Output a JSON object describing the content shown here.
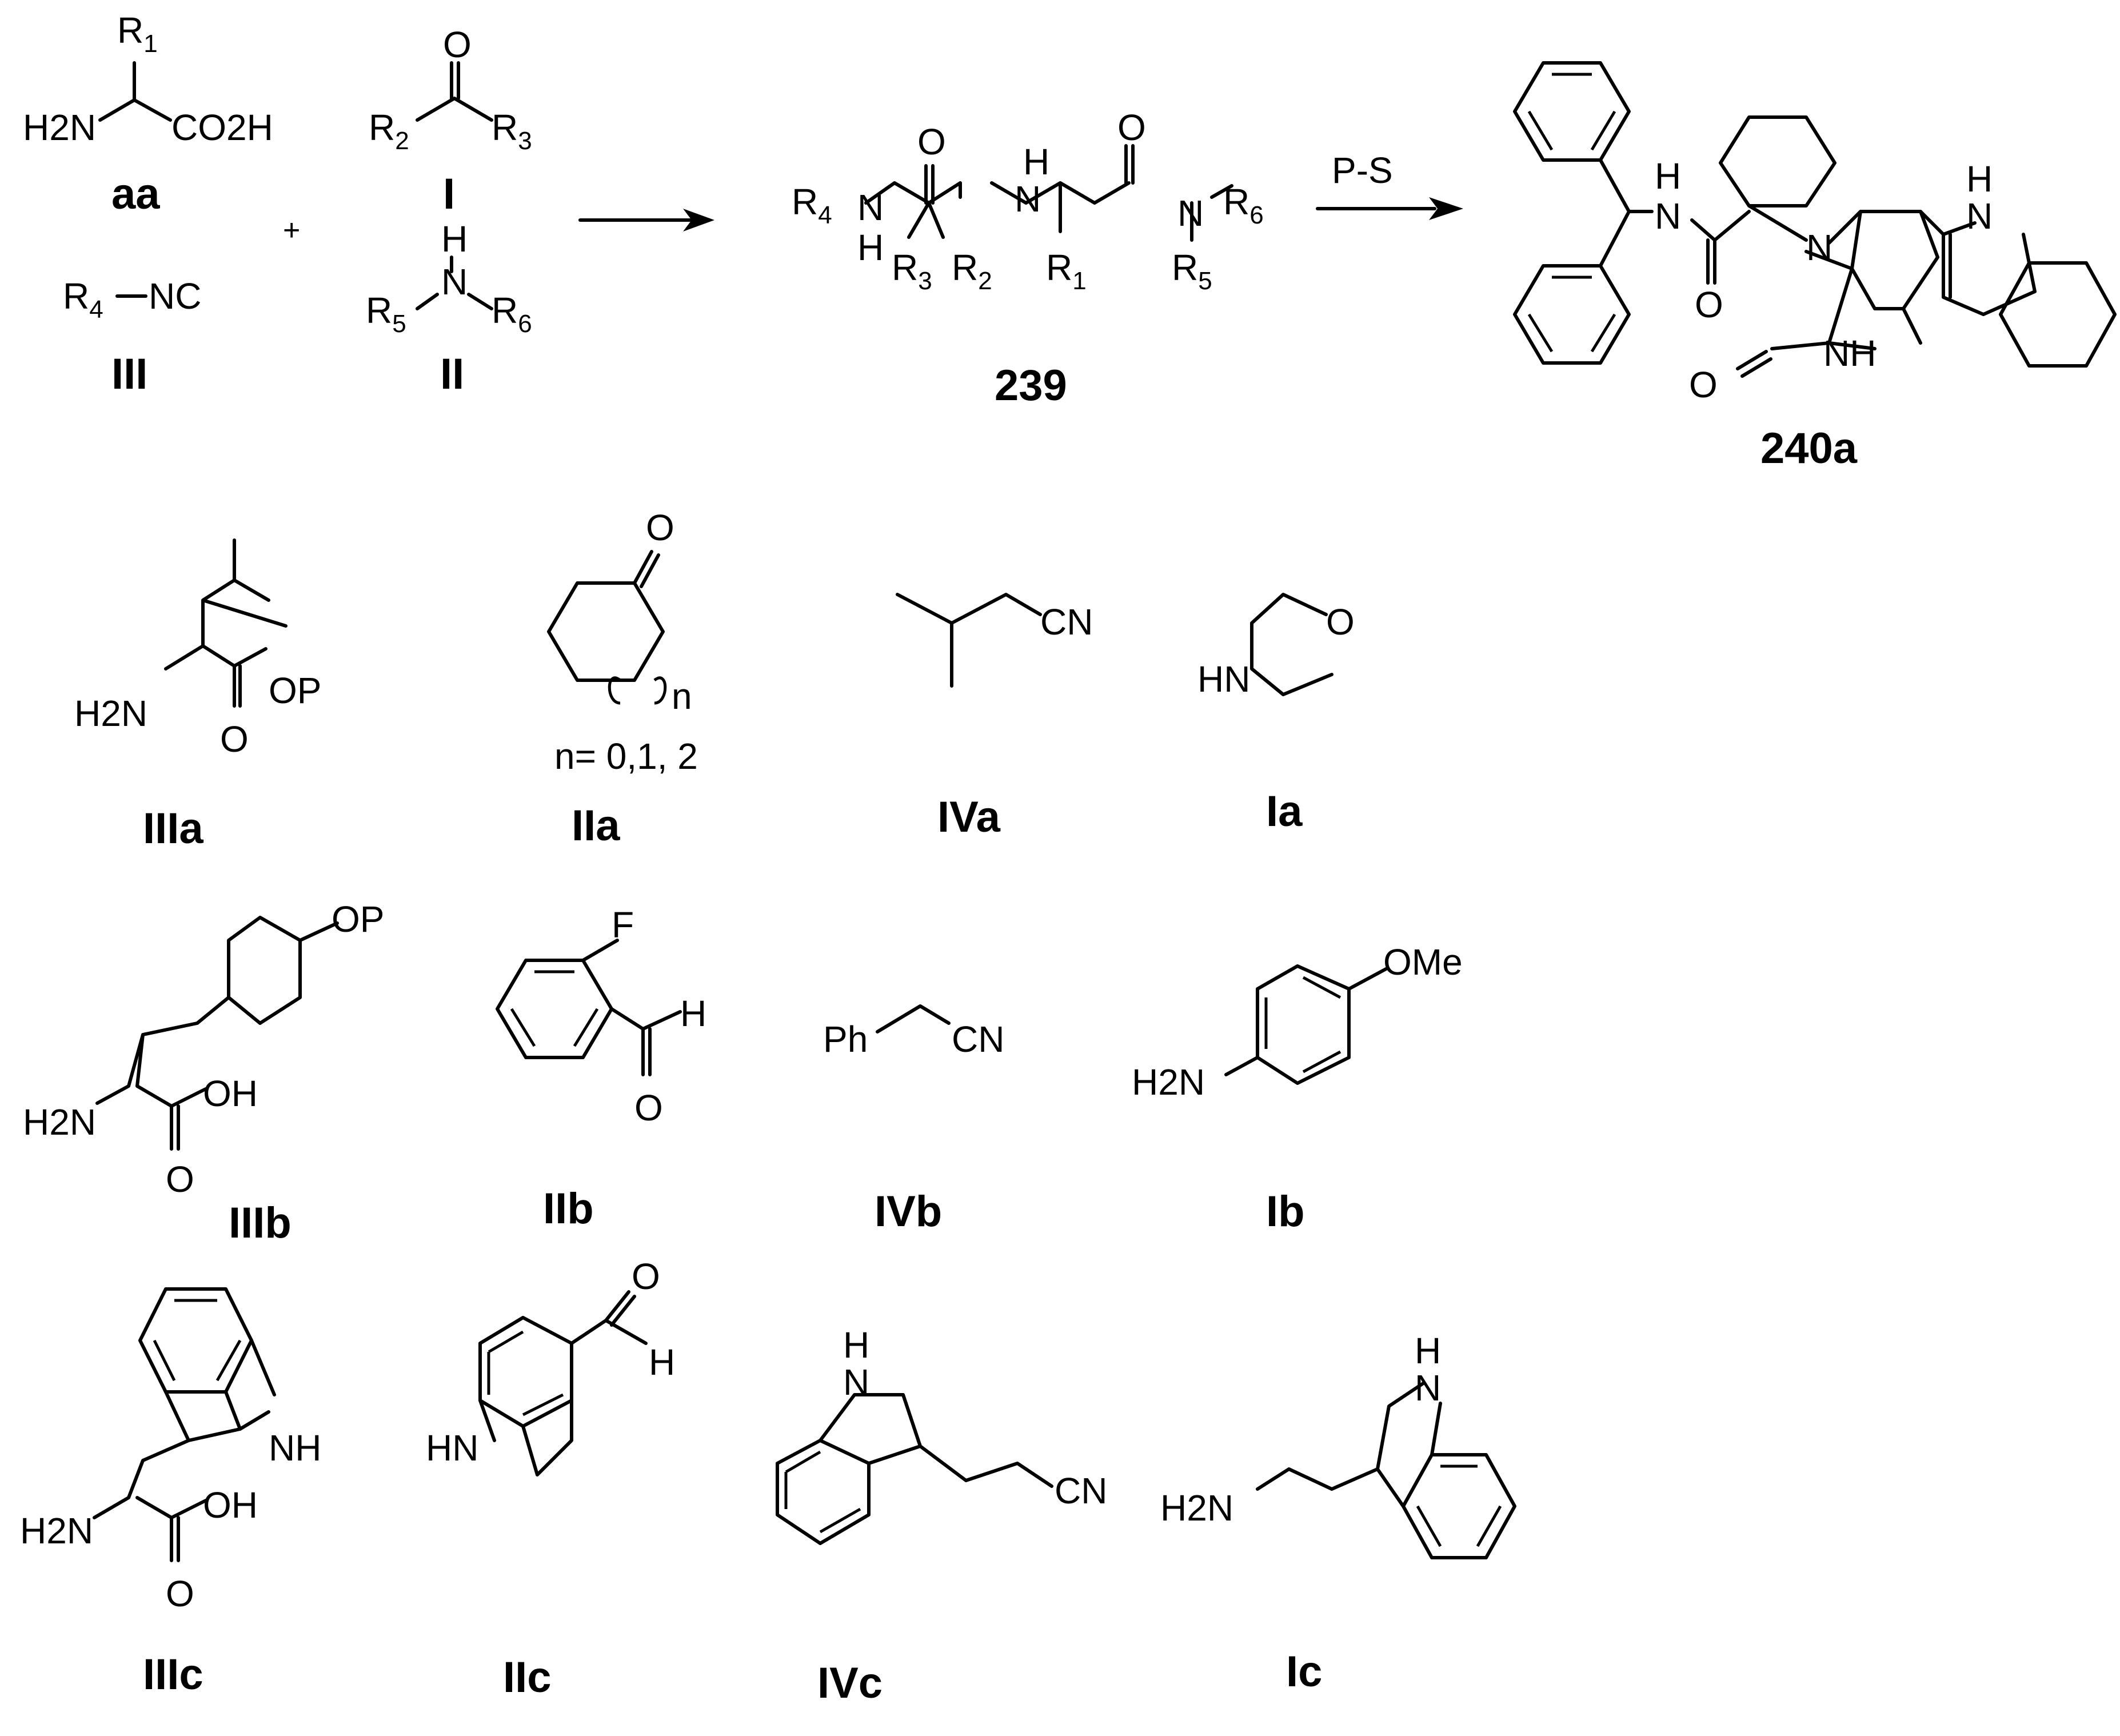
{
  "reaction": {
    "reagents": {
      "aa": {
        "atoms": {
          "r1": "R",
          "r1_sub": "1",
          "amine": "H2N",
          "acid": "CO2H"
        },
        "label": "aa"
      },
      "I": {
        "atoms": {
          "o": "O",
          "r2": "R",
          "r2_sub": "2",
          "r3": "R",
          "r3_sub": "3"
        },
        "label": "I"
      },
      "III": {
        "atoms": {
          "r4": "R",
          "r4_sub": "4",
          "nc": "NC"
        },
        "label": "III"
      },
      "II": {
        "atoms": {
          "h": "H",
          "n": "N",
          "r5": "R",
          "r5_sub": "5",
          "r6": "R",
          "r6_sub": "6"
        },
        "label": "II"
      },
      "plus": "+"
    },
    "intermediate": {
      "label": "239",
      "atoms": {
        "r4": "R",
        "r4_sub": "4",
        "n1": "N",
        "h1": "H",
        "o1": "O",
        "h2": "H",
        "n2": "N",
        "o2": "O",
        "n3": "N",
        "r6": "R",
        "r6_sub": "6",
        "r3": "R",
        "r3_sub": "3",
        "r2": "R",
        "r2_sub": "2",
        "r1": "R",
        "r1_sub": "1",
        "r5": "R",
        "r5_sub": "5"
      }
    },
    "condition": "P-S",
    "product": {
      "label": "240a",
      "atoms": {
        "h_amide": "H",
        "n_amide": "N",
        "o_amide": "O",
        "n_ring": "N",
        "nh_indole_h": "H",
        "nh_indole_n": "N",
        "o_lactam": "O",
        "nh_lactam": "NH"
      }
    }
  },
  "building_blocks": [
    {
      "id": "IIIa",
      "label": "IIIa",
      "atoms": {
        "amine": "H2N",
        "ester": "OP",
        "o": "O"
      }
    },
    {
      "id": "IIa",
      "label": "IIa",
      "atoms": {
        "o": "O",
        "n": "n"
      },
      "note": "n= 0,1, 2"
    },
    {
      "id": "IVa",
      "label": "IVa",
      "atoms": {
        "cn": "CN"
      }
    },
    {
      "id": "Ia",
      "label": "Ia",
      "atoms": {
        "o": "O",
        "hn": "HN"
      }
    },
    {
      "id": "IIIb",
      "label": "IIIb",
      "atoms": {
        "op": "OP",
        "amine": "H2N",
        "oh": "OH",
        "o": "O"
      }
    },
    {
      "id": "IIb",
      "label": "IIb",
      "atoms": {
        "f": "F",
        "h": "H",
        "o": "O"
      }
    },
    {
      "id": "IVb",
      "label": "IVb",
      "atoms": {
        "ph": "Ph",
        "cn": "CN"
      }
    },
    {
      "id": "Ib",
      "label": "Ib",
      "atoms": {
        "ome": "OMe",
        "amine": "H2N"
      }
    },
    {
      "id": "IIIc",
      "label": "IIIc",
      "atoms": {
        "nh": "NH",
        "amine": "H2N",
        "oh": "OH",
        "o": "O"
      }
    },
    {
      "id": "IIc",
      "label": "IIc",
      "atoms": {
        "o": "O",
        "h": "H",
        "hn": "HN"
      }
    },
    {
      "id": "IVc",
      "label": "IVc",
      "atoms": {
        "h": "H",
        "n": "N",
        "cn": "CN"
      }
    },
    {
      "id": "Ic",
      "label": "Ic",
      "atoms": {
        "h": "H",
        "n": "N",
        "amine": "H2N"
      }
    }
  ]
}
